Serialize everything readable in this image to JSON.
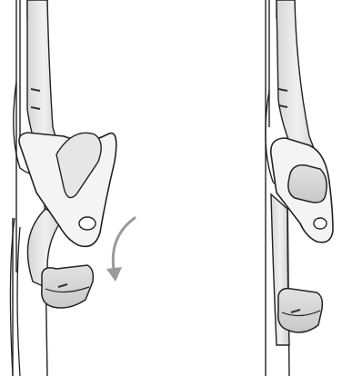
{
  "figure": {
    "panels": [
      {
        "id": "left",
        "state": "strap being folded over and tucked",
        "has_arrow": true,
        "arrow_icon": "curved-arrow-down-icon"
      },
      {
        "id": "right",
        "state": "strap secured and folded"
      }
    ],
    "colors": {
      "outline": "#222222",
      "strap_fill": "#e9e9e9",
      "strap_shade": "#cfcfcf",
      "buckle_fill": "#f4f4f4",
      "arrow": "#9a9a9a",
      "background": "#ffffff"
    }
  }
}
